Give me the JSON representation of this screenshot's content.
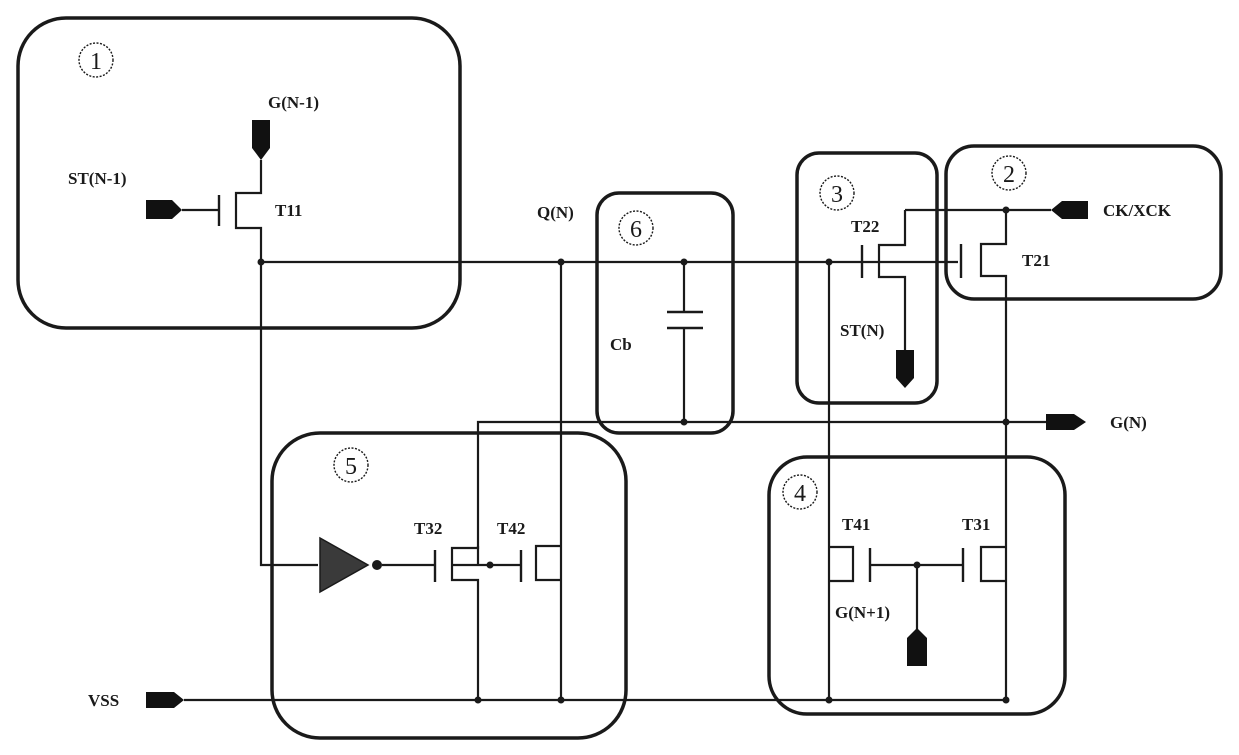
{
  "diagram": {
    "type": "GOA shift register unit circuit schematic",
    "modules": [
      {
        "id": "module-1",
        "number": "1"
      },
      {
        "id": "module-2",
        "number": "2"
      },
      {
        "id": "module-3",
        "number": "3"
      },
      {
        "id": "module-4",
        "number": "4"
      },
      {
        "id": "module-5",
        "number": "5"
      },
      {
        "id": "module-6",
        "number": "6"
      }
    ],
    "signals": {
      "st_prev": "ST(N-1)",
      "g_prev": "G(N-1)",
      "q_node": "Q(N)",
      "ck": "CK/XCK",
      "st_out": "ST(N)",
      "g_out": "G(N)",
      "g_next": "G(N+1)",
      "vss": "VSS"
    },
    "transistors": {
      "t11": "T11",
      "t22": "T22",
      "t21": "T21",
      "t32": "T32",
      "t42": "T42",
      "t41": "T41",
      "t31": "T31"
    },
    "capacitor": "Cb"
  }
}
